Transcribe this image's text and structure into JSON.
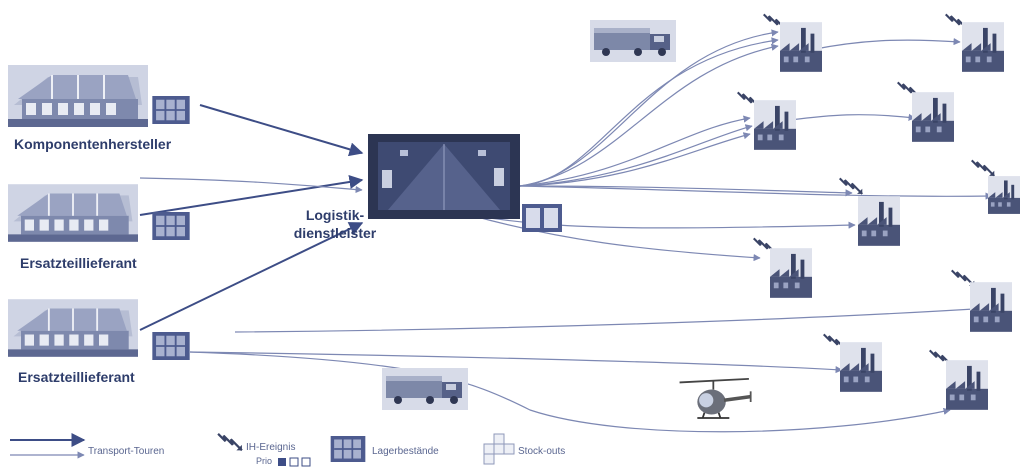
{
  "labels": {
    "supplier1": "Komponentenhersteller",
    "supplier2": "Ersatzteillieferant",
    "supplier3": "Ersatzteillieferant",
    "hub_line1": "Logistik-",
    "hub_line2": "dienstleister"
  },
  "legend": {
    "transport": "Transport-Touren",
    "event": "IH-Ereignis",
    "prio": "Prio",
    "stock": "Lagerbestände",
    "stockout": "Stock-outs"
  },
  "icons": {
    "warehouse": "warehouse-icon",
    "hub": "logistics-hub-icon",
    "factory": "factory-icon",
    "lightning": "lightning-event-icon",
    "inventory": "inventory-stock-icon",
    "truck": "truck-icon",
    "helicopter": "helicopter-icon"
  },
  "colors": {
    "primary": "#3d4d86",
    "dark": "#2e3d6b",
    "line": "#8e98bd"
  }
}
